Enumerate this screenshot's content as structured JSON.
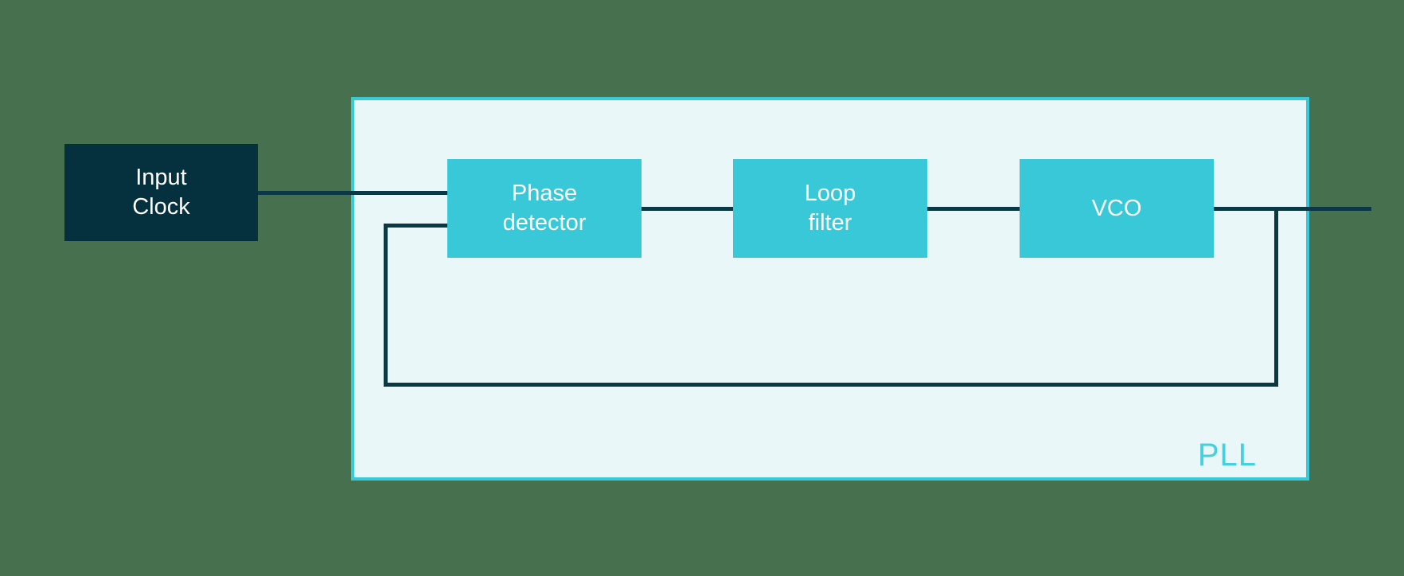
{
  "colors": {
    "background": "#47714E",
    "block-fill": "#39C8D8",
    "dark-fill": "#04313D",
    "line": "#0A3845",
    "container-fill": "#E9F7F9",
    "container-border": "#3AC9D8",
    "pll-label": "#45D0DE",
    "box-text": "#FFFFFF"
  },
  "diagram": {
    "type": "block-diagram",
    "subject": "Phase-locked loop",
    "input_block": {
      "label": "Input\nClock"
    },
    "pll": {
      "label": "PLL",
      "blocks": [
        {
          "label": "Phase\ndetector"
        },
        {
          "label": "Loop\nfilter"
        },
        {
          "label": "VCO"
        }
      ]
    },
    "connections": [
      {
        "from": "input-clock",
        "to": "phase-detector"
      },
      {
        "from": "phase-detector",
        "to": "loop-filter"
      },
      {
        "from": "loop-filter",
        "to": "vco"
      },
      {
        "from": "vco",
        "to": "output"
      },
      {
        "from": "vco-output",
        "to": "phase-detector",
        "kind": "feedback"
      }
    ]
  }
}
